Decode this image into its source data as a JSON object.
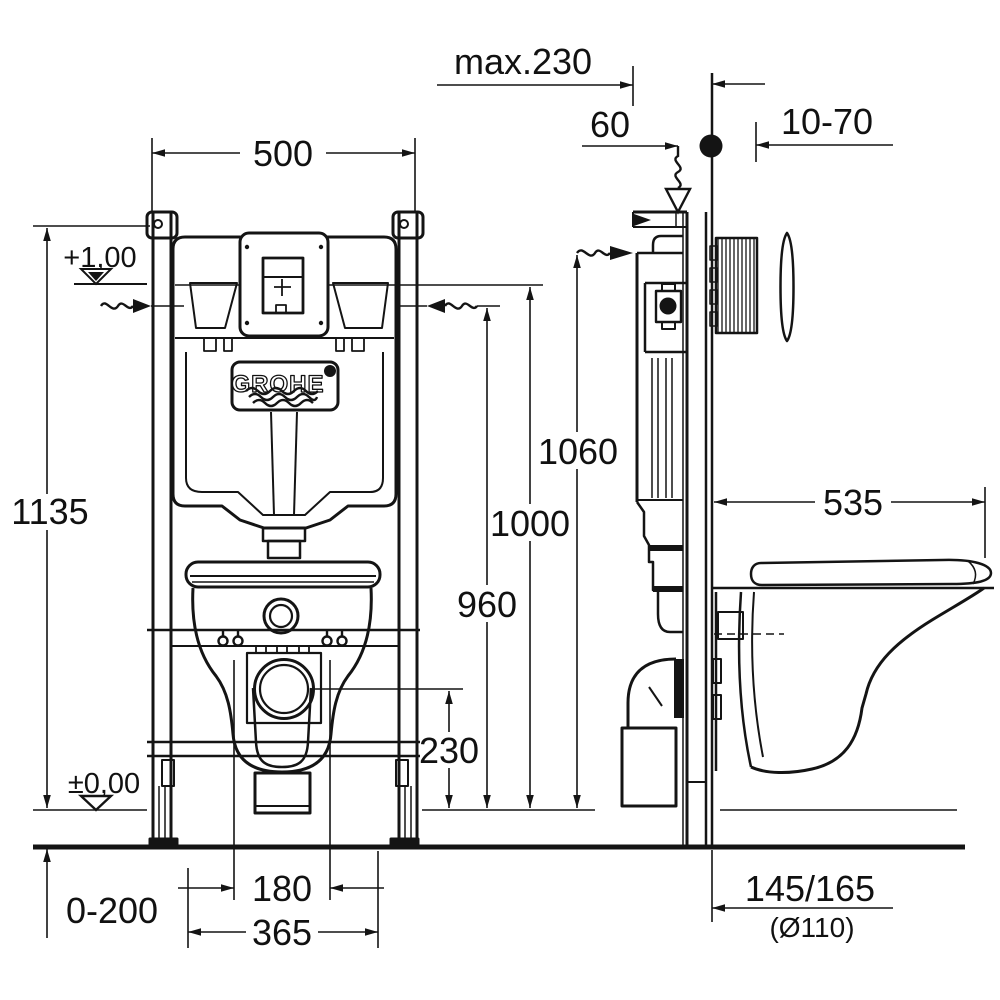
{
  "brand_logo": "GROHE",
  "dims": {
    "frame_width": "500",
    "frame_height": "1135",
    "max_offset": "max.230",
    "actuator_distance": "60",
    "plate_distance": "10-70",
    "top_height": "1060",
    "plate_top_height": "1000",
    "actuation_height": "960",
    "outlet_height": "230",
    "seat_depth": "535",
    "bolt_spacing": "180",
    "outlet_width": "365",
    "foot_adjustment": "0-200",
    "outlet_offset": "145/165",
    "outlet_diameter": "(Ø110)",
    "upper_level": "+1,00",
    "floor_level": "±0,00"
  }
}
